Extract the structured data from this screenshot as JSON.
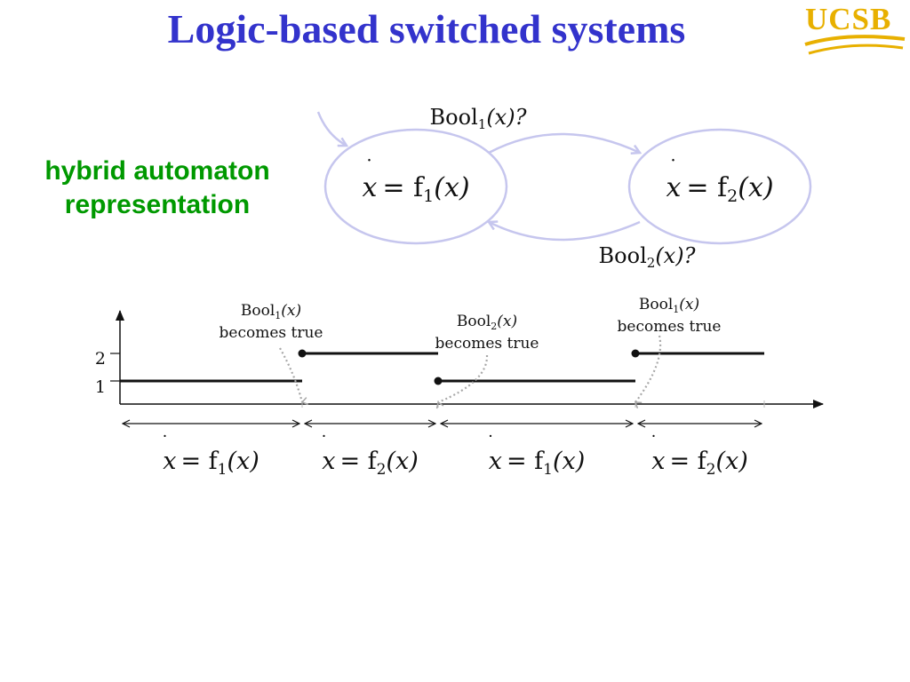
{
  "slide": {
    "title": "Logic-based switched systems",
    "logo": {
      "text": "UCSB",
      "color": "#e8b000"
    },
    "side_label": {
      "line1": "hybrid automaton",
      "line2": "representation"
    },
    "colors": {
      "title": "#3333cc",
      "side_label": "#009900",
      "state": "#c6c6ee",
      "ink": "#111111",
      "dotted": "#a8a8a8"
    }
  },
  "automaton": {
    "states": [
      {
        "id": "q1",
        "label_lhs": "x",
        "label_rhs": "= f",
        "label_sub": "1",
        "label_tail": "(x)"
      },
      {
        "id": "q2",
        "label_lhs": "x",
        "label_rhs": "= f",
        "label_sub": "2",
        "label_tail": "(x)"
      }
    ],
    "transitions": [
      {
        "from": "q1",
        "to": "q2",
        "guard_name": "Bool",
        "guard_sub": "1",
        "guard_arg": "(x)?"
      },
      {
        "from": "q2",
        "to": "q1",
        "guard_name": "Bool",
        "guard_sub": "2",
        "guard_arg": "(x)?"
      }
    ]
  },
  "timeline": {
    "y_ticks": [
      "2",
      "1"
    ],
    "levels": [
      1,
      2,
      1,
      2
    ],
    "segment_widths": [
      205,
      153,
      222,
      145
    ],
    "events": [
      {
        "name": "Bool",
        "sub": "1",
        "arg": "(x)",
        "text": "becomes true"
      },
      {
        "name": "Bool",
        "sub": "2",
        "arg": "(x)",
        "text": "becomes true"
      },
      {
        "name": "Bool",
        "sub": "1",
        "arg": "(x)",
        "text": "becomes true"
      }
    ],
    "intervals": [
      {
        "lhs": "x",
        "rhs": "= f",
        "sub": "1",
        "tail": "(x)"
      },
      {
        "lhs": "x",
        "rhs": "= f",
        "sub": "2",
        "tail": "(x)"
      },
      {
        "lhs": "x",
        "rhs": "= f",
        "sub": "1",
        "tail": "(x)"
      },
      {
        "lhs": "x",
        "rhs": "= f",
        "sub": "2",
        "tail": "(x)"
      }
    ]
  }
}
